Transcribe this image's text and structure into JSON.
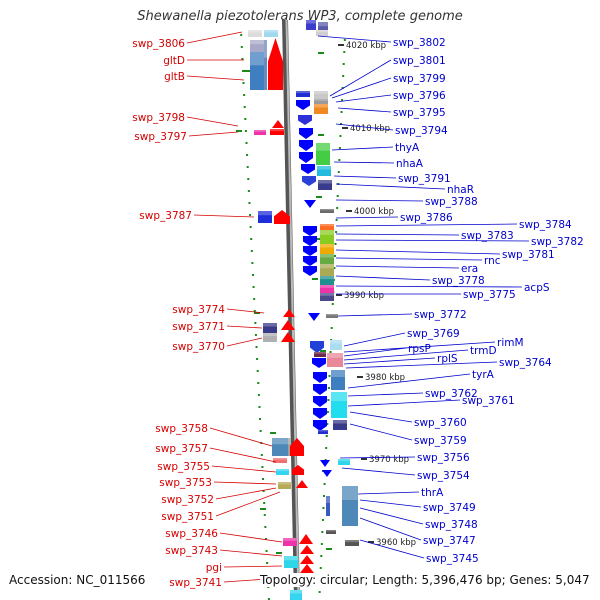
{
  "title": "Shewanella piezotolerans WP3, complete genome",
  "footer": {
    "accession": "Accession: NC_011566",
    "summary": "Topology: circular; Length: 5,396,476 bp; Genes: 5,047"
  },
  "colors": {
    "left_label": "#d40000",
    "right_label": "#0000cc",
    "backbone": "#8c8c8c",
    "forward_gene": "#ff0000",
    "reverse_gene": "#0000ff",
    "dot": "#1a8a1a"
  },
  "ruler_labels": [
    "4020 kbp",
    "4010 kbp",
    "4000 kbp",
    "3990 kbp",
    "3980 kbp",
    "3970 kbp",
    "3960 kbp"
  ],
  "left_genes": [
    "swp_3806",
    "gltD",
    "gltB",
    "swp_3798",
    "swp_3797",
    "swp_3787",
    "swp_3774",
    "swp_3771",
    "swp_3770",
    "swp_3758",
    "swp_3757",
    "swp_3755",
    "swp_3753",
    "swp_3752",
    "swp_3751",
    "swp_3746",
    "swp_3743",
    "pgi",
    "swp_3741"
  ],
  "right_genes": [
    "swp_3802",
    "swp_3801",
    "swp_3799",
    "swp_3796",
    "swp_3795",
    "swp_3794",
    "thyA",
    "nhaA",
    "swp_3791",
    "nhaR",
    "swp_3788",
    "swp_3786",
    "swp_3784",
    "swp_3783",
    "swp_3782",
    "swp_3781",
    "rnc",
    "era",
    "swp_3778",
    "acpS",
    "swp_3775",
    "swp_3772",
    "swp_3769",
    "rimM",
    "rpsP",
    "trmD",
    "rplS",
    "swp_3764",
    "tyrA",
    "swp_3762",
    "swp_3761",
    "swp_3760",
    "swp_3759",
    "swp_3756",
    "swp_3754",
    "thrA",
    "swp_3749",
    "swp_3748",
    "swp_3747",
    "swp_3745"
  ]
}
